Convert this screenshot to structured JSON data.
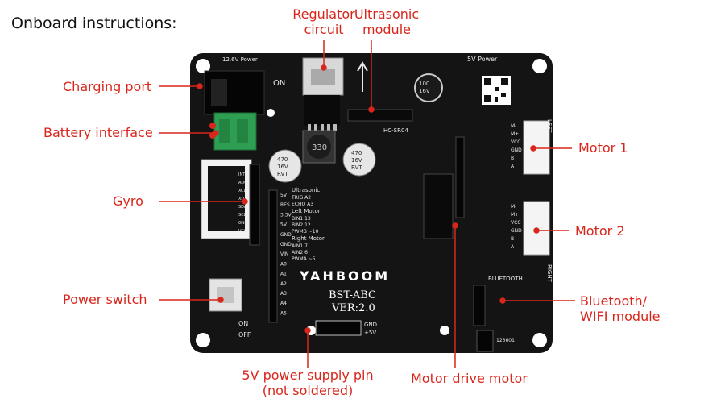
{
  "heading": "Onboard instructions:",
  "labels": {
    "regulator": [
      "Regulator",
      "circuit"
    ],
    "ultrasonic": [
      "Ultrasonic",
      "module"
    ],
    "charging": "Charging port",
    "battery": "Battery interface",
    "gyro": "Gyro",
    "power_switch": "Power switch",
    "motor1": "Motor 1",
    "motor2": "Motor 2",
    "bluetooth": [
      "Bluetooth/",
      "WIFI module"
    ],
    "supply_pin": [
      "5V power supply pin",
      "(not soldered)"
    ],
    "motor_drive": "Motor drive motor"
  },
  "board": {
    "brand": "YAHBOOM",
    "model": "BST-ABC",
    "version": "VER:2.0",
    "power_12v": "12.6V Power",
    "power_5v": "5V Power",
    "hc_sr04": "HC-SR04",
    "on_top": "ON",
    "on": "ON",
    "off": "OFF",
    "gnd": "GND",
    "plus5v": "+5V",
    "bluetooth_silk": "BLUETOOTH",
    "left_silk": "LEFT",
    "right_silk": "RIGHT",
    "serial": "123601",
    "cap1": [
      "470",
      "16V",
      "RVT"
    ],
    "cap2": [
      "470",
      "16V",
      "RVT"
    ],
    "cap3": [
      "100",
      "16V"
    ],
    "inductor": "330",
    "info_lines": [
      "Ultrasonic",
      "TRIG    A2",
      "ECHO    A3",
      "Left Motor",
      "BIN1    13",
      "BIN2    12",
      "PWMB    ~10",
      "Right Motor",
      "AIN1    7",
      "AIN2    6",
      "PWMA    ~5"
    ],
    "left_header": [
      "5V",
      "RES",
      "3.3V",
      "5V",
      "GND",
      "GND",
      "VIN",
      "A0",
      "A1",
      "A2",
      "A3",
      "A4",
      "A5"
    ],
    "gyro_pins": [
      "INT",
      "AD0",
      "XCL",
      "XDA",
      "SDA",
      "SCL",
      "GND",
      "VCC"
    ],
    "motor_pins": [
      "M-",
      "M+",
      "VCC",
      "GND",
      "B",
      "A"
    ]
  },
  "colors": {
    "label_red": "#d9261c",
    "pcb": "#141414",
    "silk": "#e8e8e8",
    "terminal_green": "#2e9e52"
  }
}
